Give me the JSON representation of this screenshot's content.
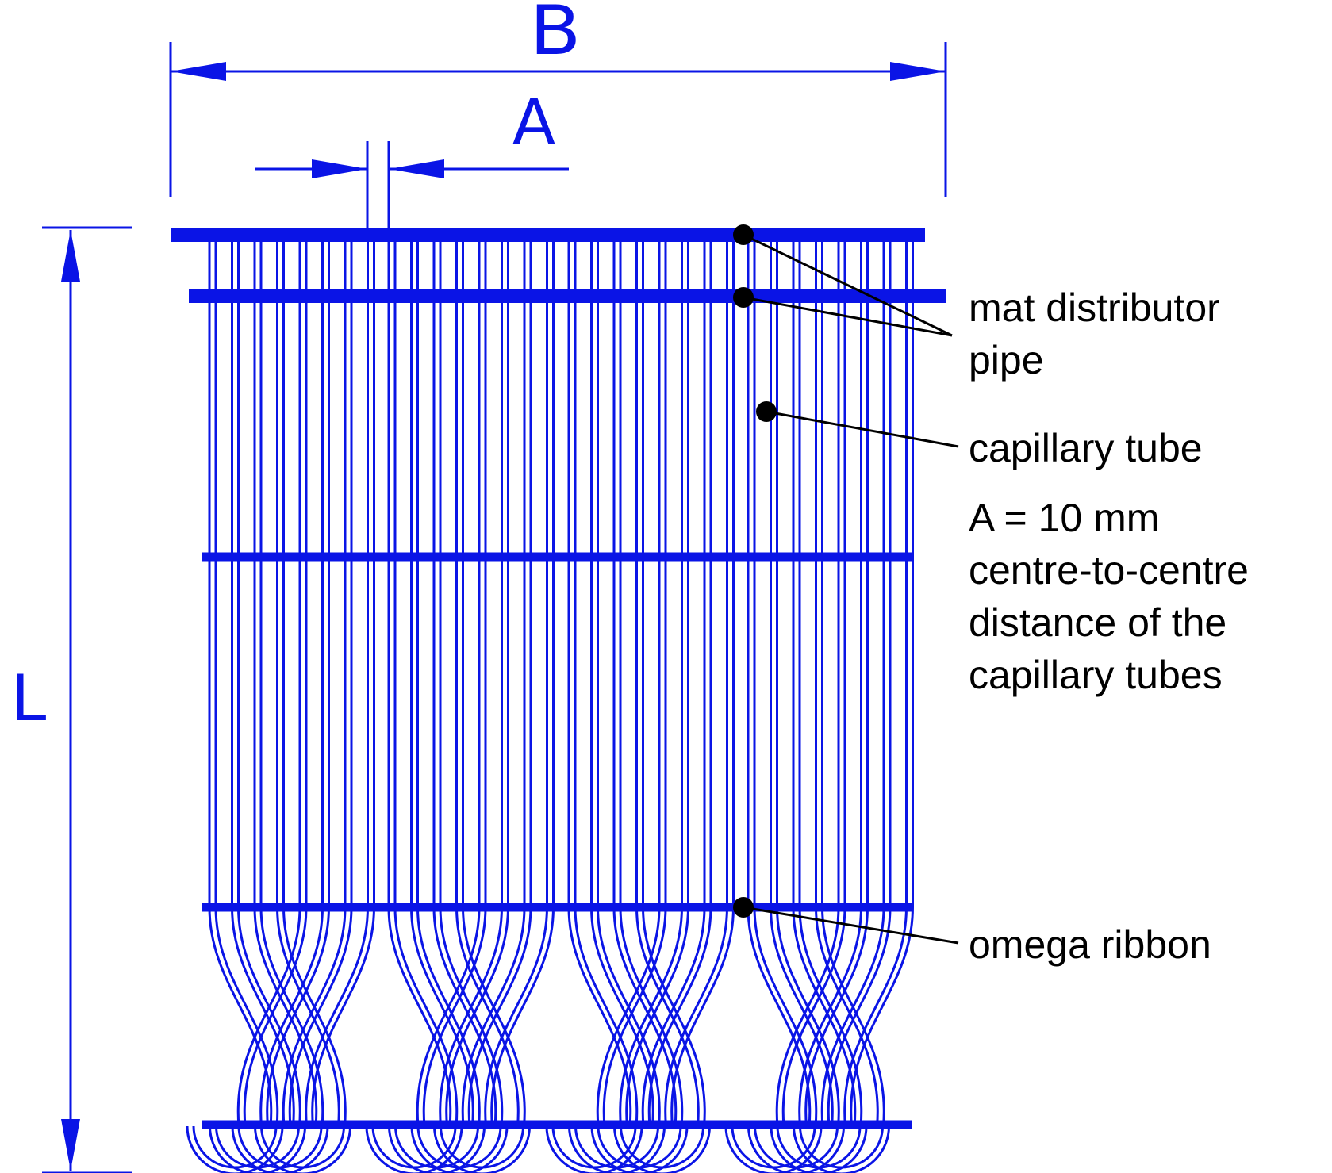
{
  "colors": {
    "drawing": "#0a14e6",
    "leader": "#000000",
    "background": "#ffffff"
  },
  "dimensions": {
    "width_label": "B",
    "spacing_label": "A",
    "length_label": "L"
  },
  "labels": {
    "distributor_line1": "mat distributor",
    "distributor_line2": "pipe",
    "capillary": "capillary tube",
    "spacing_line1": "A = 10 mm",
    "spacing_line2": "centre-to-centre",
    "spacing_line3": "distance of the",
    "spacing_line4": "capillary tubes",
    "omega": "omega ribbon"
  }
}
